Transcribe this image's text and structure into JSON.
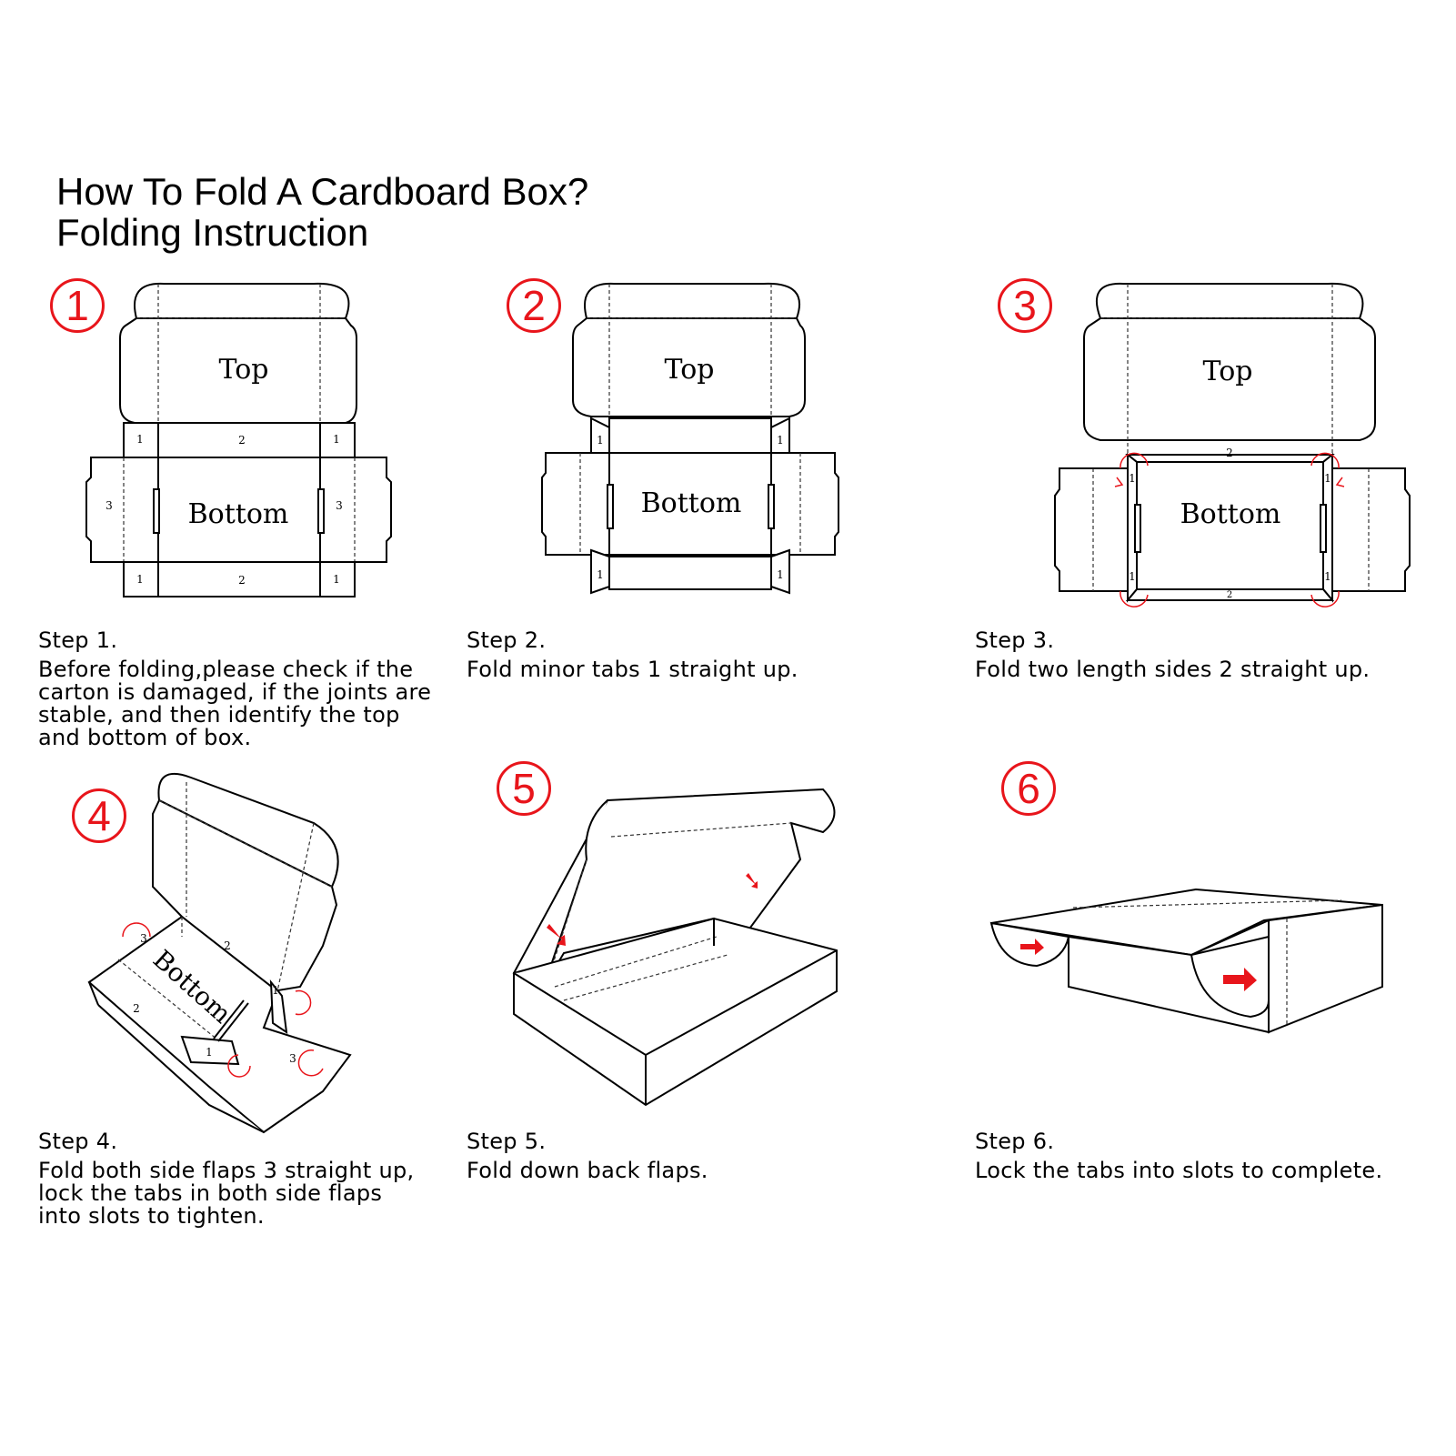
{
  "title": {
    "line1": "How To Fold A Cardboard Box?",
    "line2": "Folding Instruction"
  },
  "accent_color": "#e8151b",
  "steps": [
    {
      "number": "1",
      "label": "Step 1.",
      "text": "Before folding,please check if the\ncarton is damaged, if the joints are\nstable, and then identify the top\nand bottom of box.",
      "diagram": {
        "top": "Top",
        "bottom": "Bottom",
        "tab": "1",
        "side": "2",
        "flap": "3"
      }
    },
    {
      "number": "2",
      "label": "Step 2.",
      "text": "Fold minor tabs 1 straight up.",
      "diagram": {
        "top": "Top",
        "bottom": "Bottom",
        "tab": "1"
      }
    },
    {
      "number": "3",
      "label": "Step 3.",
      "text": "Fold two length sides 2 straight up.",
      "diagram": {
        "top": "Top",
        "bottom": "Bottom",
        "tab": "1",
        "side": "2"
      }
    },
    {
      "number": "4",
      "label": "Step 4.",
      "text": "Fold both side flaps 3 straight up,\nlock the tabs in both side flaps\ninto slots to tighten.",
      "diagram": {
        "bottom": "Bottom",
        "tab": "1",
        "side": "2",
        "flap": "3"
      }
    },
    {
      "number": "5",
      "label": "Step 5.",
      "text": "Fold down back flaps."
    },
    {
      "number": "6",
      "label": "Step 6.",
      "text": "Lock the tabs into slots to complete."
    }
  ]
}
